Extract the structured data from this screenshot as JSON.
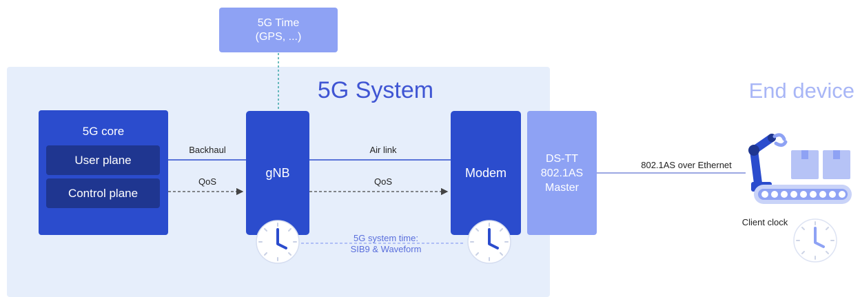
{
  "time_source": {
    "line1": "5G Time",
    "line2": "(GPS, ...)"
  },
  "system": {
    "title": "5G System"
  },
  "end_device": {
    "title": "End device",
    "clock_label": "Client clock"
  },
  "core": {
    "title": "5G core",
    "user_plane": "User plane",
    "control_plane": "Control plane"
  },
  "gnb": {
    "label": "gNB"
  },
  "modem": {
    "label": "Modem"
  },
  "dstt": {
    "line1": "DS-TT",
    "line2": "802.1AS",
    "line3": "Master"
  },
  "links": {
    "backhaul": "Backhaul",
    "qos_core": "QoS",
    "air_link": "Air link",
    "qos_air": "QoS",
    "ethernet": "802.1AS over Ethernet"
  },
  "sync": {
    "line1": "5G system time:",
    "line2": "SIB9 & Waveform"
  },
  "icons": [
    "clock-icon",
    "robot-arm-icon",
    "package-icon",
    "conveyor-belt-icon"
  ],
  "colors": {
    "dark_blue": "#2b4ccd",
    "navy": "#1f3690",
    "light_blue": "#8ea2f4",
    "panel": "#e6eefb",
    "title_blue": "#3f55d3"
  }
}
